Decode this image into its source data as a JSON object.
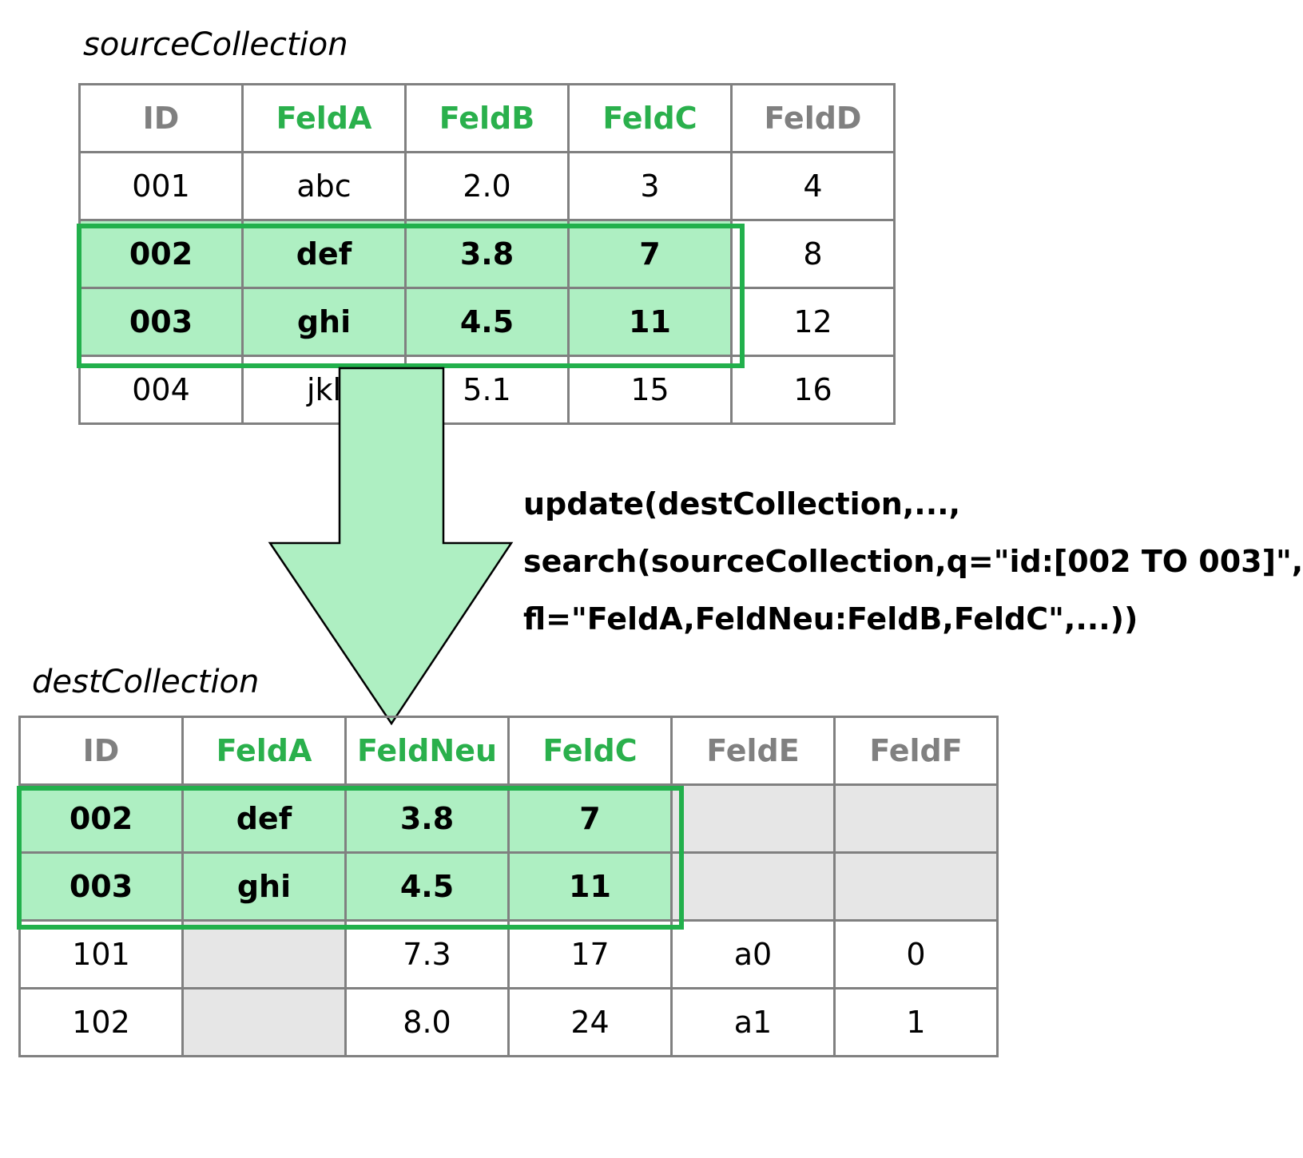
{
  "source": {
    "title": "sourceCollection",
    "headers": [
      "ID",
      "FeldA",
      "FeldB",
      "FeldC",
      "FeldD"
    ],
    "rows": [
      [
        "001",
        "abc",
        "2.0",
        "3",
        "4"
      ],
      [
        "002",
        "def",
        "3.8",
        "7",
        "8"
      ],
      [
        "003",
        "ghi",
        "4.5",
        "11",
        "12"
      ],
      [
        "004",
        "jkl",
        "5.1",
        "15",
        "16"
      ]
    ]
  },
  "command": {
    "line1": "update(destCollection,...,",
    "line2": "search(sourceCollection,q=\"id:[002 TO 003]\",",
    "line3": "fl=\"FeldA,FeldNeu:FeldB,FeldC\",...))"
  },
  "dest": {
    "title": "destCollection",
    "headers": [
      "ID",
      "FeldA",
      "FeldNeu",
      "FeldC",
      "FeldE",
      "FeldF"
    ],
    "rows": [
      [
        "002",
        "def",
        "3.8",
        "7",
        "",
        ""
      ],
      [
        "003",
        "ghi",
        "4.5",
        "11",
        "",
        ""
      ],
      [
        "101",
        "",
        "7.3",
        "17",
        "a0",
        "0"
      ],
      [
        "102",
        "",
        "8.0",
        "24",
        "a1",
        "1"
      ]
    ]
  },
  "colors": {
    "highlight_border": "#22b04c",
    "highlight_fill": "#aeefc2",
    "header_green": "#2ab04c",
    "header_gray": "#808080",
    "grid_line": "#808080",
    "empty_cell": "#e6e6e6"
  }
}
